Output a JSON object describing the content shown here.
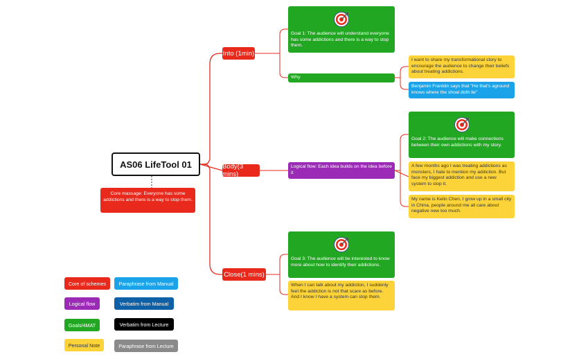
{
  "root": {
    "title": "AS06 LifeTool 01"
  },
  "core_message": "Core massage: Everyone has some addictions and there is a way to stop them.",
  "branches": {
    "intro": {
      "label": "Into (1min)",
      "goal": "Goal 1: The audience will understand everyone has some addictions and there is a way to stop them.",
      "why": "Why",
      "why_children": [
        "I want to share my transformational story to encourage the audience to change their beliefs about treating addictions.",
        "Benjamin Franklin says that \"He that's aground knows where the shoal doth lie\""
      ]
    },
    "body": {
      "label": "Body(3 mins)",
      "logical_flow": "Logical flow: Each idea builds on the idea before it",
      "goal": "Goal 2: The audience will make connections between their own addictions with my story.",
      "notes": [
        "A few months ago I was treating addictions as monsters, I hate to mention my addiction. But face my biggest addiction and use a new system to stop it.",
        "My name is Kelin Chen, I grow up in a small city in China, people around me all care about negative new too much."
      ]
    },
    "close": {
      "label": "Close(1 mins)",
      "goal": "Goal 3: The audience will be interested to know more about how to identify their addictions.",
      "note": "When I can talk about my addiction, I suddenly feel the addiction is not that scare as before. And I know I have a system can stop them."
    }
  },
  "legend": [
    {
      "label": "Core of schemes",
      "color": "#e8291c"
    },
    {
      "label": "Paraphrase from Manual",
      "color": "#1aa3e8"
    },
    {
      "label": "Logical flow",
      "color": "#9b2bb6"
    },
    {
      "label": "Verbatim from Manual",
      "color": "#0d5fa6"
    },
    {
      "label": "Goals/4MAT",
      "color": "#22a722"
    },
    {
      "label": "Verbatim from Lecture",
      "color": "#000000"
    },
    {
      "label": "Personal Note",
      "color": "#fcd43a"
    },
    {
      "label": "Paraphrase from Lecture",
      "color": "#8a8a8a"
    }
  ],
  "icons": {
    "goal": "target-icon"
  }
}
